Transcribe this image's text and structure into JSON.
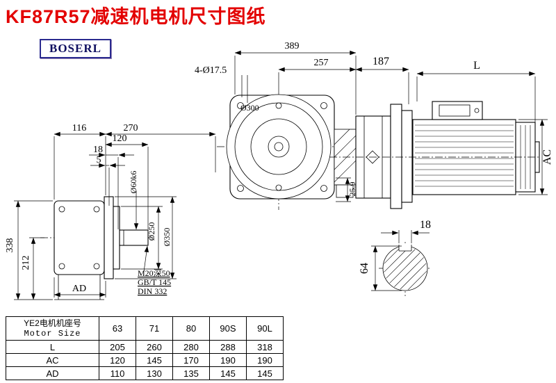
{
  "colors": {
    "accent_red": "#e30000",
    "brand_blue": "#2a2a8f"
  },
  "page": {
    "title": "KF87R57减速机电机尺寸图纸",
    "brand": "BOSERL"
  },
  "dims": {
    "overall_width": "389",
    "center_to_face": "257",
    "adapter_len": "187",
    "motor_len": "L",
    "bolt_holes": "4-Ø17.5",
    "flange_od_front": "Ø300",
    "body_depth": "116",
    "depth_270": "270",
    "shaft_len": "120",
    "step_18": "18",
    "step_5": "5",
    "shaft_dia": "Ø60k6",
    "spigot_dia": "Ø250",
    "flange_od": "Ø350",
    "height_338": "338",
    "height_212": "212",
    "ad": "AD",
    "note_m20": "M20深50",
    "note_gbt": "GB/T 145",
    "note_din": "DIN 332",
    "dim_259": "25.9",
    "ac": "AC",
    "key_width": "18",
    "shaft_dia_64": "64"
  },
  "table": {
    "header_cn": "YE2电机机座号",
    "header_en": "Motor Size",
    "cols": [
      "63",
      "71",
      "80",
      "90S",
      "90L"
    ],
    "rows": [
      {
        "label": "L",
        "values": [
          "205",
          "260",
          "280",
          "288",
          "318"
        ]
      },
      {
        "label": "AC",
        "values": [
          "120",
          "145",
          "170",
          "190",
          "190"
        ]
      },
      {
        "label": "AD",
        "values": [
          "110",
          "130",
          "135",
          "145",
          "145"
        ]
      }
    ]
  }
}
